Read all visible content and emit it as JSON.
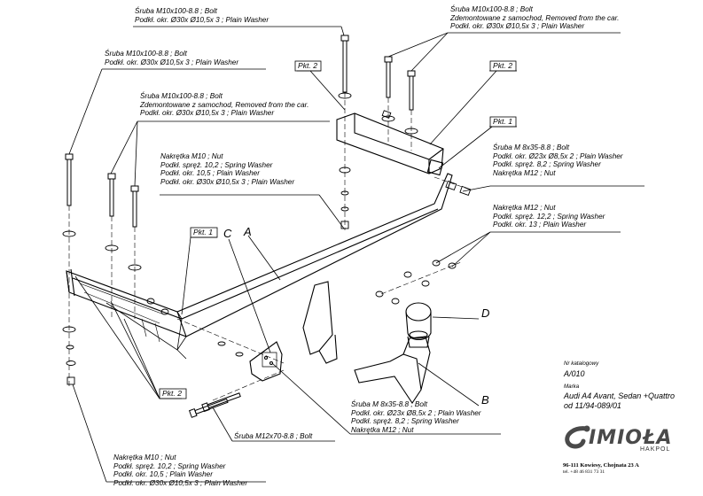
{
  "labels": {
    "bolt_top_center": [
      "Śruba M10x100-8.8 ;  Bolt",
      "Podkł. okr.  Ø30x Ø10,5x 3 ; Plain Washer"
    ],
    "bolt_top_right": [
      "Śruba M10x100-8.8 ;  Bolt",
      "Zdemontowane z samochod, Removed from the car.",
      "Podkł. okr.  Ø30x Ø10,5x 3 ; Plain Washer"
    ],
    "bolt_left": [
      "Śruba M10x100-8.8 ;  Bolt",
      "Podkł. okr.  Ø30x Ø10,5x 3 ; Plain Washer"
    ],
    "bolt_mid": [
      "Śruba M10x100-8.8 ;  Bolt",
      "Zdemontowane z samochod, Removed from the car.",
      "Podkł. okr.  Ø30x Ø10,5x 3 ; Plain Washer"
    ],
    "nut_mid": [
      "Nakrętka  M10 ; Nut",
      "Podkł. spręż. 10,2 ; Spring Washer",
      "Podkł. okr. 10,5 ; Plain Washer",
      "Podkł. okr.  Ø30x Ø10,5x 3 ; Plain Washer"
    ],
    "bolt_m8_right": [
      "Śruba M 8x35-8.8 ;  Bolt",
      "Podkł. okr.   Ø23x Ø8,5x 2 ; Plain Washer",
      "Podkł. spręż. 8,2 ; Spring Washer",
      "Nakrętka  M12 ; Nut"
    ],
    "nut_m12_right": [
      "Nakrętka  M12 ; Nut",
      "Podkł. spręż. 12,2 ; Spring Washer",
      "Podkł. okr. 13 ; Plain Washer"
    ],
    "bolt_m8_bottom": [
      "Śruba M 8x35-8.8 ;  Bolt",
      "Podkł. okr.   Ø23x Ø8,5x 2 ; Plain Washer",
      "Podkł. spręż. 8,2 ; Spring Washer",
      "Nakrętka  M12 ; Nut"
    ],
    "bolt_m12": [
      "Śruba M12x70-8.8 ;  Bolt"
    ],
    "nut_bottom": [
      "Nakrętka  M10 ; Nut",
      "Podkł. spręż. 10,2 ; Spring Washer",
      "Podkł. okr. 10,5 ; Plain Washer",
      "Podkł. okr.  Ø30x Ø10,5x 3 ; Plain Washer"
    ]
  },
  "tags": {
    "pkt2_top_left": "Pkt. 2",
    "pkt2_top_right": "Pkt. 2",
    "pkt1_right": "Pkt. 1",
    "pkt1_left": "Pkt. 1",
    "pkt2_bottom": "Pkt. 2"
  },
  "part_letters": {
    "a": "A",
    "b": "B",
    "c": "C",
    "d": "D"
  },
  "catalog": {
    "nr_label": "Nr katalogowy",
    "nr_value": "A/010",
    "marka_label": "Marka",
    "model": "Audi A4 Avant, Sedan  +Quattro",
    "years": "od 11/94-089/01"
  },
  "brand": {
    "name": "IMIOŁA",
    "sub": "HAKPOL",
    "address": "96-111 Kowiesy, Chojnata 23 A",
    "phone": "tel. +48 46 831 73 31",
    "color": "#4a4a4a"
  }
}
